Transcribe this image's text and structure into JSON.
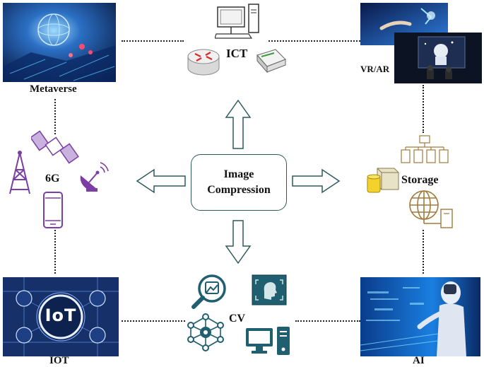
{
  "center": {
    "line1": "Image",
    "line2": "Compression"
  },
  "nodes": {
    "ict": "ICT",
    "vrar": "VR/AR",
    "metaverse": "Metaverse",
    "sixg": "6G",
    "storage": "Storage",
    "iot": "IOT",
    "iot_badge": "IoT",
    "cv": "CV",
    "ai": "AI"
  },
  "colors": {
    "arrow": "#2f5a5e",
    "purple": "#7b3fa3",
    "storage": "#a07a3c",
    "cv": "#1f5f6f",
    "router_red": "#d62b2b"
  }
}
